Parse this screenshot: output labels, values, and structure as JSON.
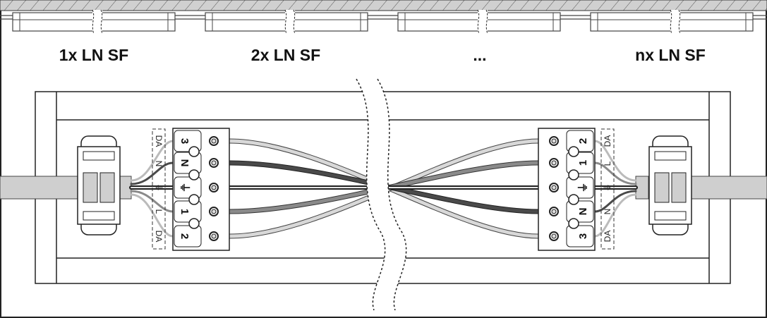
{
  "luminaires": [
    {
      "label": "1x LN SF"
    },
    {
      "label": "2x LN SF"
    },
    {
      "label": "..."
    },
    {
      "label": "nx LN SF"
    }
  ],
  "left_terminal": {
    "terminals": [
      "3",
      "N",
      "⏚",
      "1",
      "2"
    ],
    "side_labels": [
      "DA",
      "N",
      "⏚",
      "L",
      "DA"
    ]
  },
  "right_terminal": {
    "terminals": [
      "2",
      "1",
      "⏚",
      "N",
      "3"
    ],
    "side_labels": [
      "DA",
      "L",
      "⏚",
      "N",
      "DA"
    ]
  },
  "colors": {
    "wire_light": "#d4d4d4",
    "wire_dark": "#4a4a4a",
    "wire_mid": "#8a8a8a",
    "ceiling": "#d0d0d0",
    "cable": "#cfcfcf"
  }
}
